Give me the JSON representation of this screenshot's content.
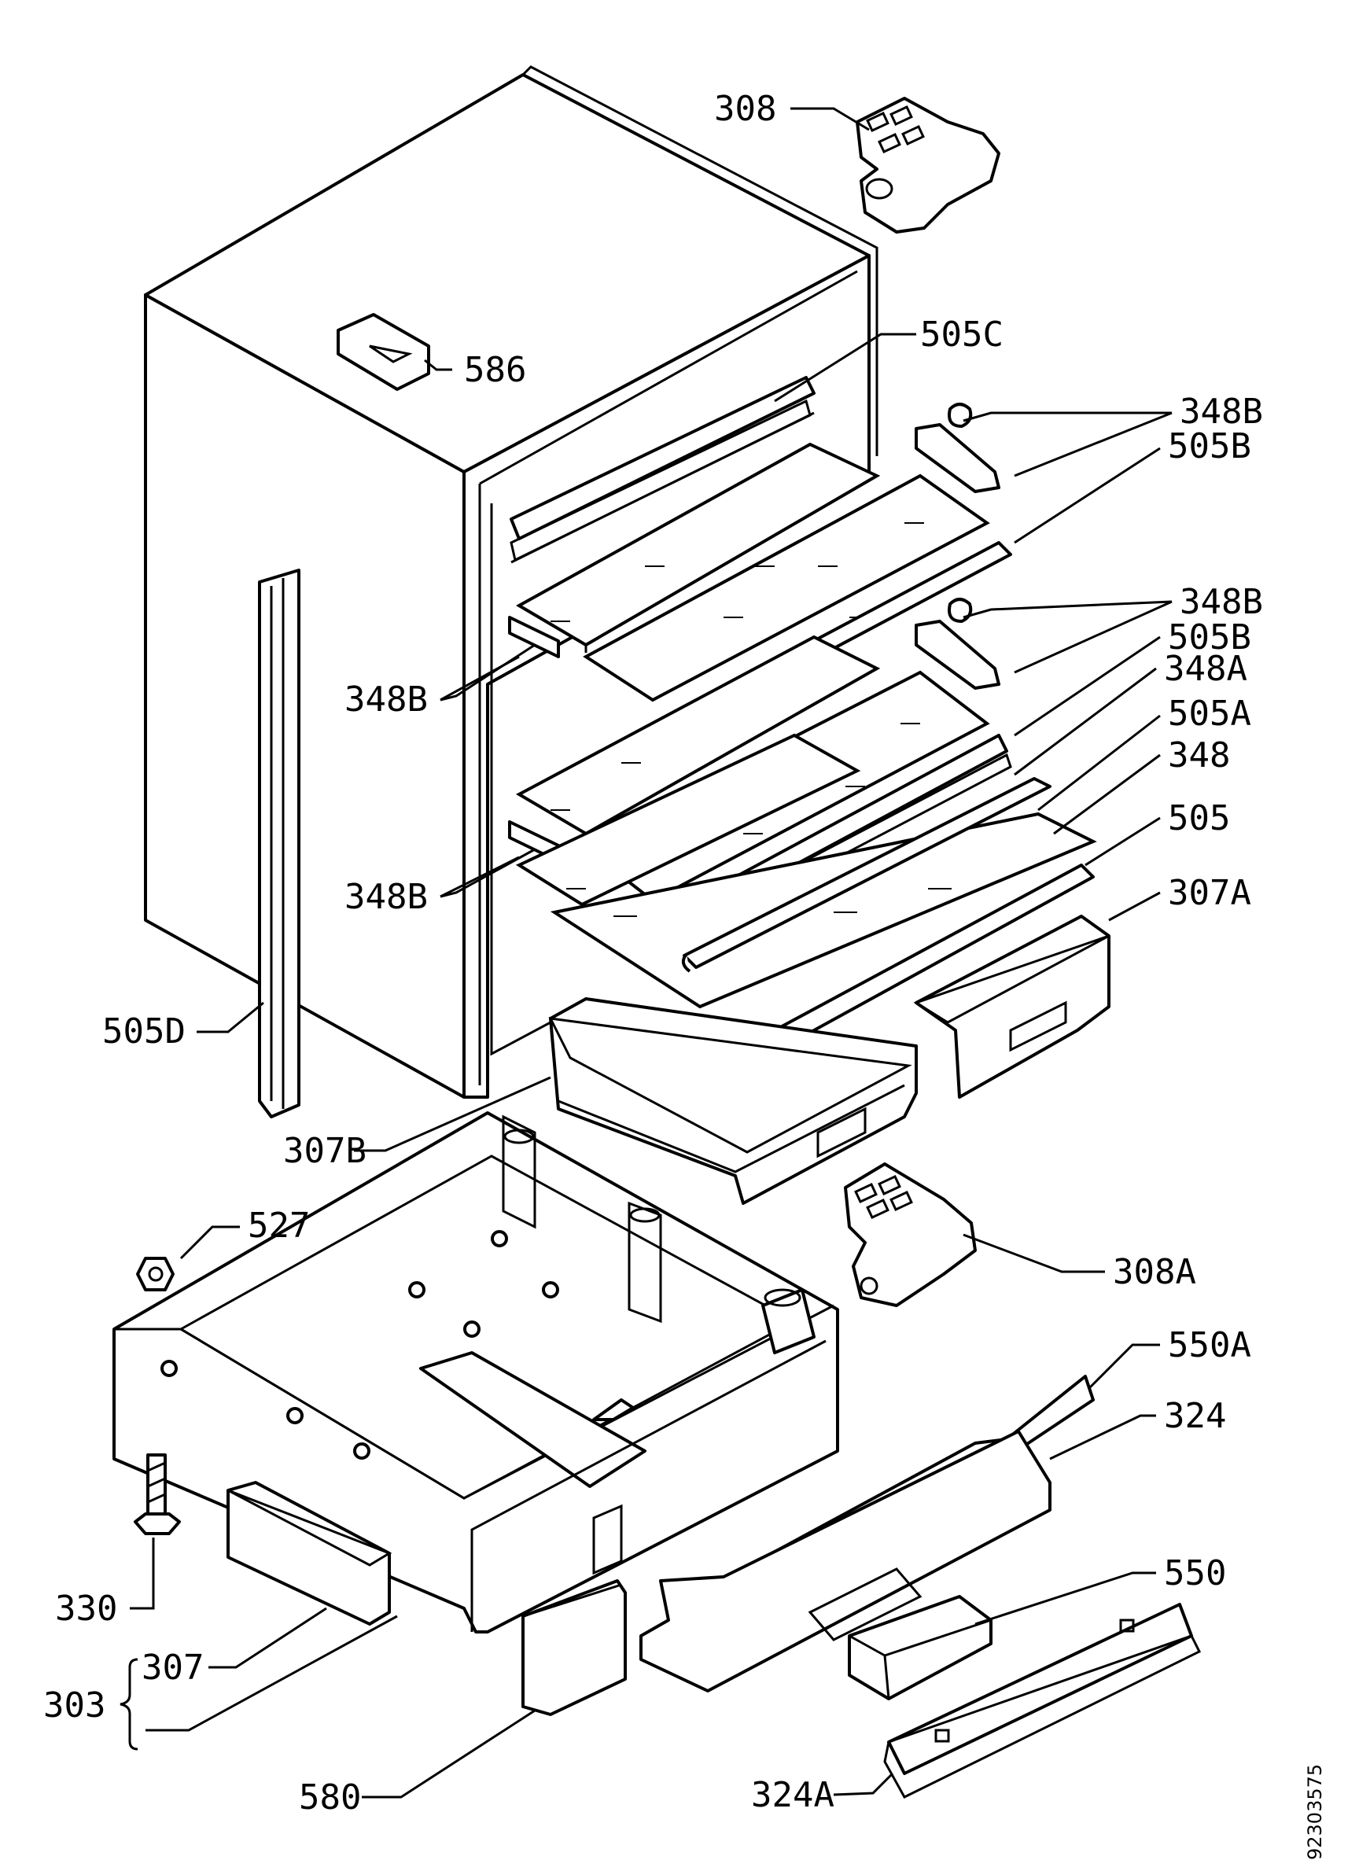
{
  "diagram": {
    "document_number": "92303575",
    "callouts": [
      {
        "id": "308",
        "text": "308"
      },
      {
        "id": "586",
        "text": "586"
      },
      {
        "id": "505C",
        "text": "505C"
      },
      {
        "id": "348B-1",
        "text": "348B"
      },
      {
        "id": "505B-1",
        "text": "505B"
      },
      {
        "id": "348B-2",
        "text": "348B"
      },
      {
        "id": "505B-2",
        "text": "505B"
      },
      {
        "id": "348B-left-1",
        "text": "348B"
      },
      {
        "id": "348A",
        "text": "348A"
      },
      {
        "id": "505A",
        "text": "505A"
      },
      {
        "id": "348",
        "text": "348"
      },
      {
        "id": "505",
        "text": "505"
      },
      {
        "id": "348B-left-2",
        "text": "348B"
      },
      {
        "id": "307A",
        "text": "307A"
      },
      {
        "id": "505D",
        "text": "505D"
      },
      {
        "id": "307B",
        "text": "307B"
      },
      {
        "id": "527",
        "text": "527"
      },
      {
        "id": "308A",
        "text": "308A"
      },
      {
        "id": "550A",
        "text": "550A"
      },
      {
        "id": "324",
        "text": "324"
      },
      {
        "id": "330",
        "text": "330"
      },
      {
        "id": "550",
        "text": "550"
      },
      {
        "id": "307",
        "text": "307"
      },
      {
        "id": "303",
        "text": "303"
      },
      {
        "id": "580",
        "text": "580"
      },
      {
        "id": "324A",
        "text": "324A"
      }
    ]
  }
}
